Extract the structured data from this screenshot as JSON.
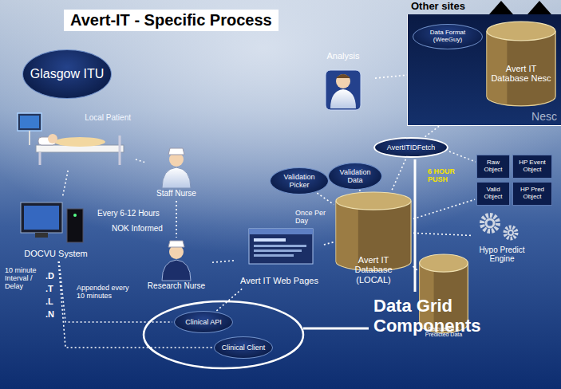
{
  "diagram": {
    "title": "Avert-IT - Specific Process",
    "nodes": [
      {
        "text": [
          "Glasgow ITU"
        ]
      },
      {
        "text": [
          "Local Patient"
        ]
      },
      {
        "text": [
          "Staff Nurse"
        ]
      },
      {
        "text": [
          "Research Nurse"
        ]
      },
      {
        "text": [
          "DOCVU System"
        ]
      },
      {
        "text": [
          "Avert IT Web Pages"
        ]
      },
      {
        "text": [
          "Clinical API"
        ]
      },
      {
        "text": [
          "Clinical Client"
        ]
      },
      {
        "text": [
          "Analysis"
        ]
      },
      {
        "text": [
          "Nesc"
        ]
      },
      {
        "text": [
          "Data Format (WeeGuy)"
        ],
        "in": 9
      },
      {
        "text": [
          "Avert IT Database Nesc"
        ],
        "in": 9
      },
      {
        "text": [
          "AvertITIDFetch"
        ]
      },
      {
        "text": [
          "Validation Picker"
        ]
      },
      {
        "text": [
          "Validation Data"
        ]
      },
      {
        "text": [
          "Avert IT Database (LOCAL)"
        ]
      },
      {
        "text": [
          "Calculated & Predicted Data"
        ]
      },
      {
        "text": [
          "Raw Object"
        ]
      },
      {
        "text": [
          "HP Event Object"
        ]
      },
      {
        "text": [
          "Valid Object"
        ]
      },
      {
        "text": [
          "HP Pred Object"
        ]
      },
      {
        "text": [
          "Hypo Predict Engine"
        ]
      }
    ],
    "edges": [
      {
        "from": 1,
        "to": 2,
        "arrow": "none"
      },
      {
        "from": 1,
        "to": 4,
        "arrow": "none"
      },
      {
        "from": 2,
        "to": 3,
        "arrow": "none"
      },
      {
        "from": 3,
        "to": 5,
        "arrow": "none"
      },
      {
        "from": 4,
        "to": 6,
        "arrow": "none"
      },
      {
        "from": 4,
        "to": 7,
        "arrow": "none"
      },
      {
        "from": 6,
        "to": 5,
        "arrow": "none"
      },
      {
        "from": 5,
        "to": 15,
        "arrow": "none"
      },
      {
        "from": 13,
        "to": 15,
        "arrow": "none"
      },
      {
        "from": 14,
        "to": 15,
        "arrow": "none"
      },
      {
        "from": 15,
        "to": 12,
        "arrow": "none"
      },
      {
        "from": 12,
        "to": 11,
        "arrow": "none"
      },
      {
        "from": 8,
        "to": 11,
        "arrow": "none"
      },
      {
        "from": 10,
        "to": 11,
        "arrow": "none"
      },
      {
        "from": 15,
        "to": 16,
        "arrow": "none"
      },
      {
        "from": 15,
        "to": 21,
        "arrow": "none"
      },
      {
        "from": 15,
        "to": 19,
        "arrow": "none"
      }
    ],
    "labels": [
      "Other sites",
      "Every 6-12 Hours",
      "NOK Informed",
      "10 minute Interval / Delay",
      ".D",
      ".T",
      ".L",
      ".N",
      "Appended every 10 minutes",
      "Once Per Day",
      "6 HOUR PUSH",
      "Data Grid Components"
    ]
  }
}
